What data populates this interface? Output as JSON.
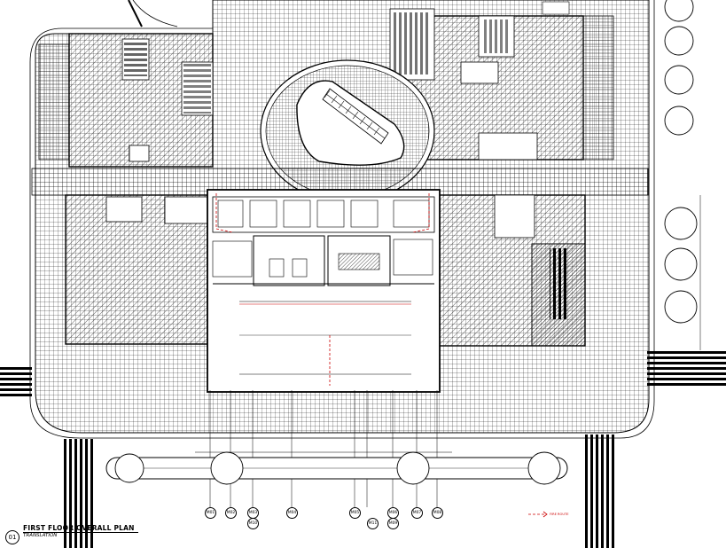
{
  "drawing": {
    "title": "FIRST FLOOR OVERALL PLAN",
    "subtitle": "TRANSLATION",
    "number": "01"
  },
  "gridlines": [
    "M01",
    "M02",
    "M03",
    "M04",
    "M05",
    "M06",
    "M07",
    "M08",
    "M09",
    "M10",
    "M11"
  ],
  "colors": {
    "ink": "#000000",
    "accent": "#cc0000",
    "paper": "#ffffff"
  },
  "legend_key": "FIRE ROUTE"
}
